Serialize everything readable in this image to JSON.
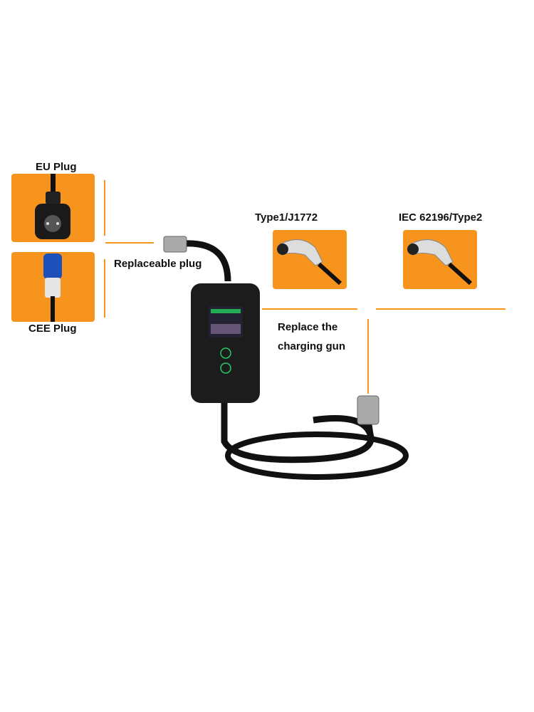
{
  "labels": {
    "eu_plug": "EU Plug",
    "cee_plug": "CEE Plug",
    "replaceable_plug": "Replaceable plug",
    "type1": "Type1/J1772",
    "type2": "IEC 62196/Type2",
    "replace_gun_line1": "Replace the",
    "replace_gun_line2": "charging gun"
  },
  "colors": {
    "accent": "#f7941d",
    "device": "#1c1c1c"
  }
}
